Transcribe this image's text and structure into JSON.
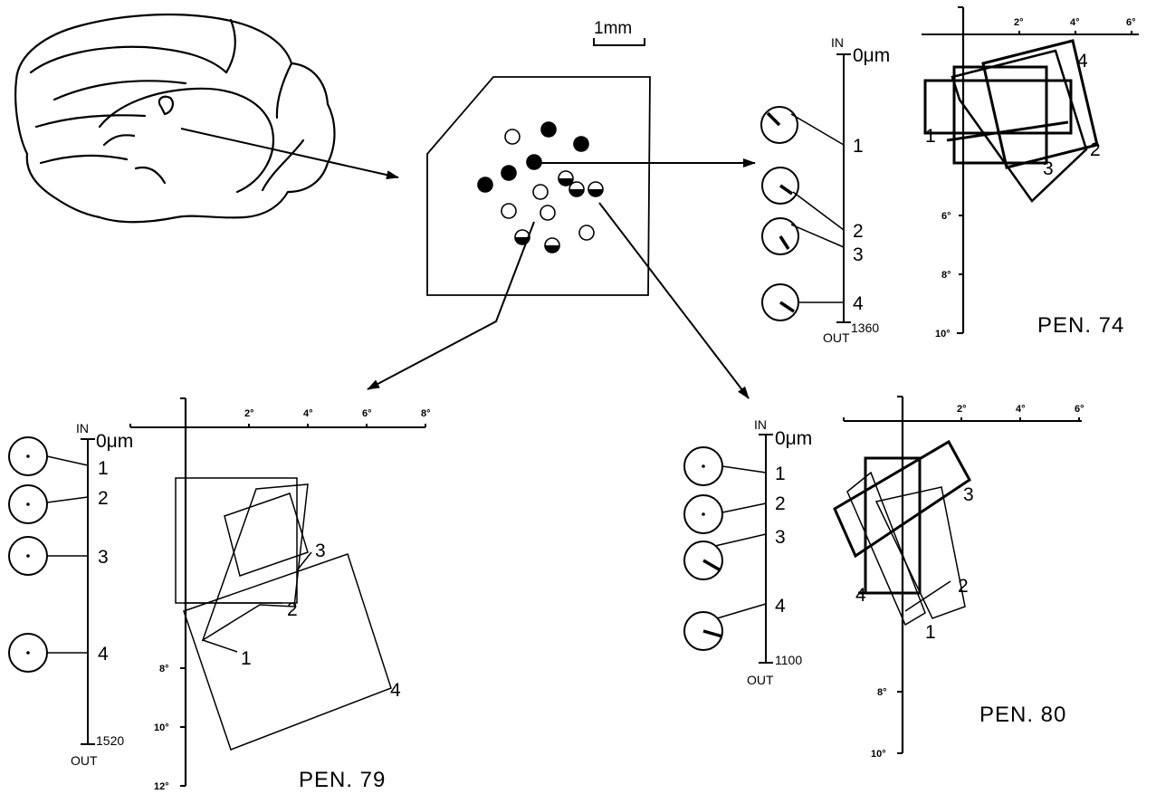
{
  "scale_bar": {
    "label": "1mm"
  },
  "electrode_labels": {
    "in": "IN",
    "out": "OUT",
    "top": "0μm"
  },
  "penetrations": [
    {
      "title": "PEN. 74",
      "bottom_depth": "1360",
      "cells": [
        "1",
        "2",
        "3",
        "4"
      ],
      "x_ticks": [
        "2°",
        "4°",
        "6°"
      ],
      "y_ticks": [
        "6°",
        "8°",
        "10°"
      ]
    },
    {
      "title": "PEN. 79",
      "bottom_depth": "1520",
      "cells": [
        "1",
        "2",
        "3",
        "4"
      ],
      "x_ticks": [
        "2°",
        "4°",
        "6°",
        "8°"
      ],
      "y_ticks": [
        "8°",
        "10°",
        "12°"
      ]
    },
    {
      "title": "PEN. 80",
      "bottom_depth": "1100",
      "cells": [
        "1",
        "2",
        "3",
        "4"
      ],
      "x_ticks": [
        "2°",
        "4°",
        "6°"
      ],
      "y_ticks": [
        "8°",
        "10°"
      ]
    }
  ]
}
